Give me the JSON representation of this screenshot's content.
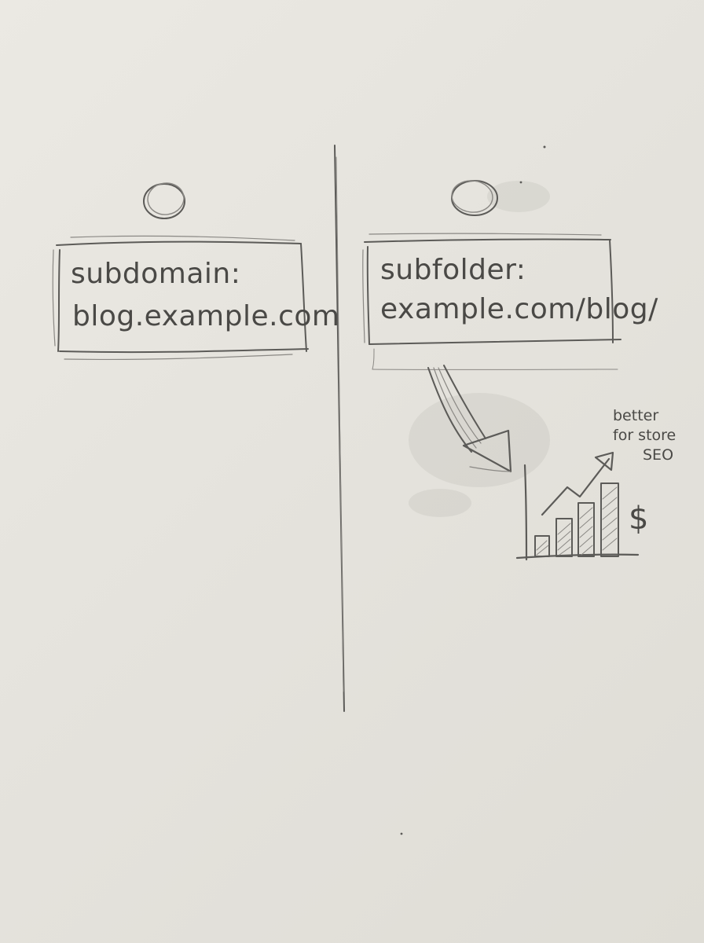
{
  "left_panel": {
    "title": "subdomain:",
    "url": "blog.example.com"
  },
  "right_panel": {
    "title": "subfolder:",
    "url": "example.com/blog/"
  },
  "annotation": {
    "line1": "better",
    "line2": "for store",
    "line3": "SEO"
  },
  "currency_symbol": "$",
  "colors": {
    "paper": "#e6e4de",
    "pencil": "#5c5b58"
  },
  "icons": [
    "circle-icon",
    "circle-icon",
    "curved-arrow-icon",
    "growth-chart-icon",
    "dollar-icon"
  ]
}
